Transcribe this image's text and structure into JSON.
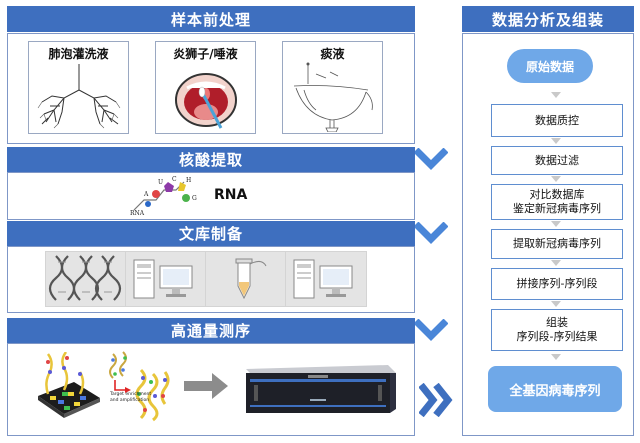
{
  "left": {
    "section1": {
      "title": "样本前处理",
      "cards": [
        {
          "label": "肺泡灌洗液"
        },
        {
          "label": "炎狮子/唾液"
        },
        {
          "label": "痰液"
        }
      ]
    },
    "section2": {
      "title": "核酸提取",
      "rna_label": "RNA",
      "molecule_rna": "RNA",
      "molecule_letters": [
        "A",
        "C",
        "H",
        "G",
        "U"
      ]
    },
    "section3": {
      "title": "文库制备"
    },
    "section4": {
      "title": "高通量测序",
      "target_caption_1": "Target enrichment",
      "target_caption_2": "and amplification"
    }
  },
  "right": {
    "title": "数据分析及组装",
    "start": "原始数据",
    "steps": [
      {
        "line1": "数据质控",
        "line2": ""
      },
      {
        "line1": "数据过滤",
        "line2": ""
      },
      {
        "line1": "对比数据库",
        "line2": "鉴定新冠病毒序列"
      },
      {
        "line1": "提取新冠病毒序列",
        "line2": ""
      },
      {
        "line1": "拼接序列-序列段",
        "line2": ""
      },
      {
        "line1": "组装",
        "line2": "序列段-序列结果"
      }
    ],
    "final": "全基因病毒序列"
  },
  "colors": {
    "primary": "#3e6fbf",
    "accent": "#4a86d8",
    "light_blue": "#6fa8e8"
  }
}
